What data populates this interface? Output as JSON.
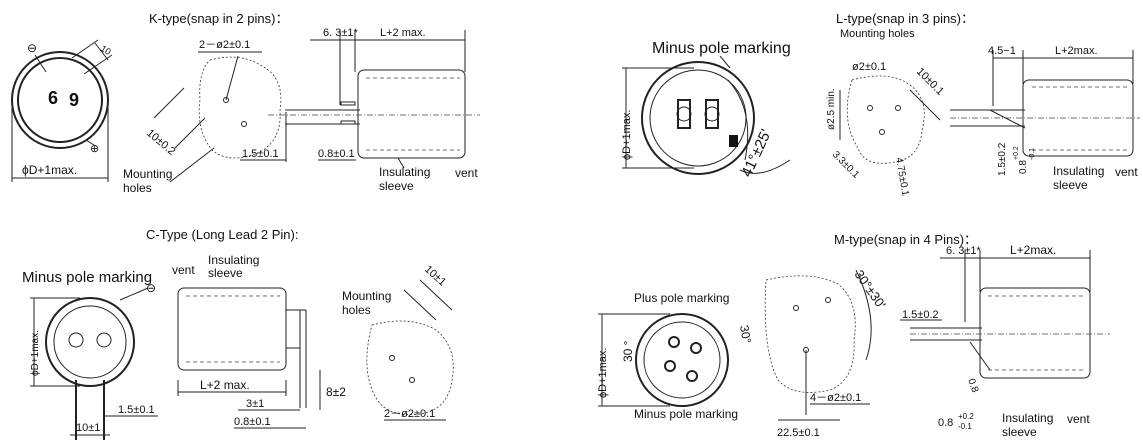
{
  "k": {
    "title": "K-type(snap in 2 pins)：",
    "minus": "⊖",
    "plus": "⊕",
    "d10": "10",
    "pd": "ϕD+1max.",
    "holes": "2－ø2±0.1",
    "d10_02": "10±0.2",
    "d63": "6. 3±1*",
    "lmax": "L+2 max.",
    "d15": "1.5±0.1",
    "d08": "0.8±0.1",
    "mount1": "Mounting",
    "mount2": "holes",
    "ins1": "Insulating",
    "ins2": "sleeve",
    "vent": "vent"
  },
  "l": {
    "title": "L-type(snap in 3 pins)：",
    "minus": "Minus pole marking",
    "pd": "ϕD+1max.",
    "angle": "41°±25'",
    "mount": "Mounting holes",
    "hole": "ø2±0.1",
    "d25": "ø2.5 min.",
    "d10_01": "10±0.1",
    "d33": "3.3±0.1",
    "d475": "4.75±0.1",
    "d15": "1.5±0.2",
    "d08": "0.8",
    "d08tol_up": "+0.2",
    "d08tol_dn": "-0.1",
    "d45": "4.5−1",
    "lmax": "L+2max.",
    "ins1": "Insulating",
    "ins2": "sleeve",
    "vent": "vent"
  },
  "c": {
    "title": "C-Type (Long Lead 2 Pin):",
    "minus": "Minus pole marking",
    "minus_sym": "⊖",
    "pd": "ϕD+1max.",
    "d15": "1.5±0.1",
    "d10_1": "10±1",
    "vent": "vent",
    "ins1": "Insulating",
    "ins2": "sleeve",
    "lmax": "L+2 max.",
    "d3": "3±1",
    "d08": "0.8±0.1",
    "d82": "8±2",
    "mount1": "Mounting",
    "mount2": "holes",
    "d10": "10±1",
    "holes": "2－ø2±0.1"
  },
  "m": {
    "title": "M-type(snap in 4 Pins)：",
    "plus": "Plus pole marking",
    "minus": "Minus pole marking",
    "pd": "ϕD+1max.",
    "a30a": "30 °",
    "a30b": "30°",
    "a30c": "30°±30'",
    "holes": "4－ø2±0.1",
    "d225": "22.5±0.1",
    "d63": "6. 3±1*",
    "lmax": "L+2max.",
    "d15": "1.5±0.2",
    "d08": "0.8",
    "d08b": "0.8",
    "tol_up": "+0.2",
    "tol_dn": "-0.1",
    "ins1": "Insulating",
    "ins2": "sleeve",
    "vent": "vent"
  }
}
